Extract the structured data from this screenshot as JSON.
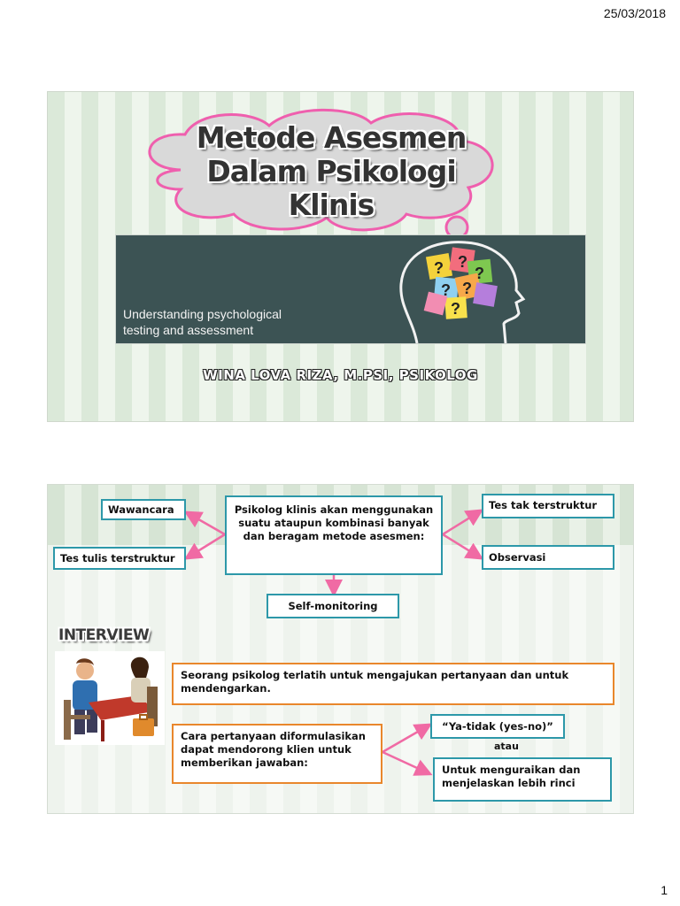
{
  "header": {
    "date": "25/03/2018"
  },
  "footer": {
    "page_number": "1"
  },
  "slide1": {
    "title_line1": "Metode Asesmen",
    "title_line2": "Dalam Psikologi Klinis",
    "banner_line1": "Understanding psychological",
    "banner_line2": "testing and assessment",
    "question_mark": "?",
    "author": "WINA LOVA RIZA, M.PSI, PSIKOLOG"
  },
  "slide2": {
    "center_box": "Psikolog klinis akan menggunakan suatu ataupun kombinasi banyak dan beragam metode asesmen:",
    "methods": {
      "wawancara": "Wawancara",
      "tes_tulis": "Tes tulis terstruktur",
      "tes_tak": "Tes tak terstruktur",
      "observasi": "Observasi",
      "self_monitoring": "Self-monitoring"
    },
    "interview_heading": "INTERVIEW",
    "definition": "Seorang psikolog terlatih untuk mengajukan pertanyaan dan untuk mendengarkan.",
    "question_format": "Cara pertanyaan diformulasikan dapat mendorong klien untuk memberikan jawaban:",
    "option_yes_no": "“Ya-tidak (yes-no)”",
    "atau": "atau",
    "option_elaborate": "Untuk menguraikan dan menjelaskan lebih rinci"
  },
  "colors": {
    "teal_border": "#2d98a9",
    "orange_border": "#e9872c",
    "arrow_pink": "#f06aa4",
    "cloud_stroke": "#ef5fae",
    "cloud_fill": "#d9d9d9",
    "banner_bg": "#3c5354"
  }
}
